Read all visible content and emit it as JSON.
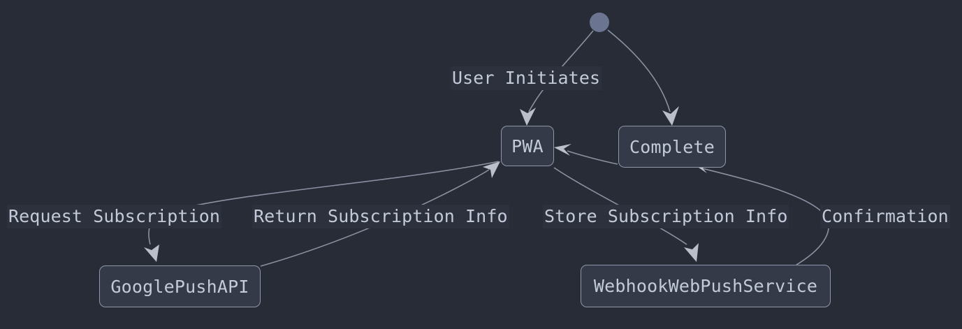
{
  "diagram": {
    "type": "flowchart",
    "background_color": "#282c36",
    "node_fill_color": "#343a47",
    "node_border_color": "#8f98aa",
    "text_color": "#c3cbd9",
    "edge_color": "#9aa3b5",
    "start_node_color": "#6b7490",
    "label_background_color": "#2d313d",
    "nodes": [
      {
        "id": "start",
        "label": "",
        "shape": "circle"
      },
      {
        "id": "pwa",
        "label": "PWA",
        "shape": "rounded-rect"
      },
      {
        "id": "complete",
        "label": "Complete",
        "shape": "rounded-rect"
      },
      {
        "id": "googlepushapi",
        "label": "GooglePushAPI",
        "shape": "rounded-rect"
      },
      {
        "id": "webhookwebpushservice",
        "label": "WebhookWebPushService",
        "shape": "rounded-rect"
      }
    ],
    "edges": [
      {
        "from": "start",
        "to": "pwa",
        "label": "User Initiates"
      },
      {
        "from": "start",
        "to": "complete",
        "label": ""
      },
      {
        "from": "pwa",
        "to": "googlepushapi",
        "label": "Request Subscription"
      },
      {
        "from": "googlepushapi",
        "to": "pwa",
        "label": "Return Subscription Info"
      },
      {
        "from": "pwa",
        "to": "webhookwebpushservice",
        "label": "Store Subscription Info"
      },
      {
        "from": "webhookwebpushservice",
        "to": "complete",
        "label": "Confirmation"
      },
      {
        "from": "complete",
        "to": "pwa",
        "label": ""
      }
    ],
    "edge_labels": {
      "user_initiates": "User Initiates",
      "request_subscription": "Request Subscription",
      "return_subscription_info": "Return Subscription Info",
      "store_subscription_info": "Store Subscription Info",
      "confirmation": "Confirmation"
    }
  }
}
